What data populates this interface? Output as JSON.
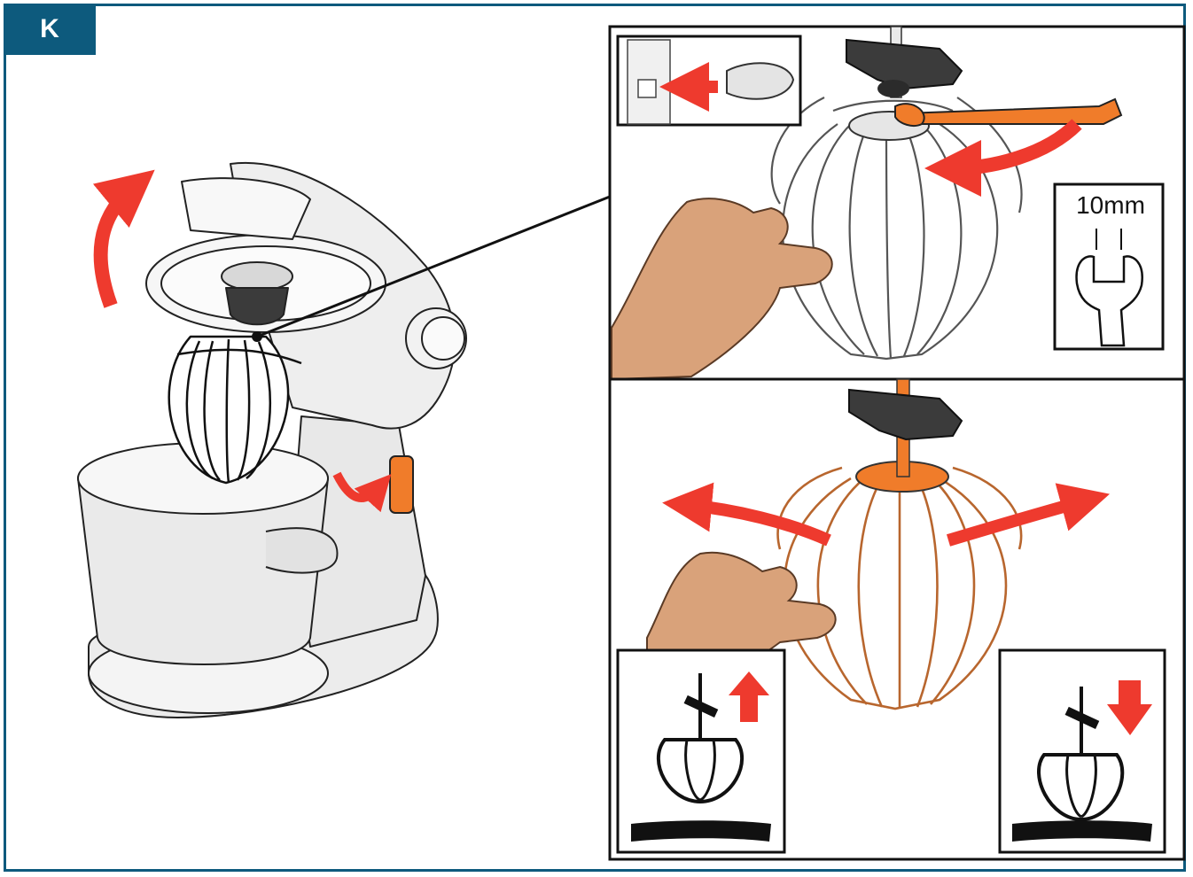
{
  "panel": {
    "label": "K"
  },
  "wrench_inset": {
    "size_label": "10mm"
  },
  "colors": {
    "frame": "#0d5a7d",
    "arrow_red": "#ee3a2e",
    "accent_orange": "#f07c2a",
    "whisk_copper": "#b8662e",
    "skin": "#d9a27a",
    "machine_grey": "#ededed",
    "dark_part": "#3b3b3b"
  },
  "icons": {
    "mixer": "stand-mixer-illustration",
    "whisk_removal": "whisk-detach-illustration",
    "whisk_assembly": "whisk-tighten-illustration",
    "wrench": "wrench-icon",
    "up": "arrow-up-icon",
    "down": "arrow-down-icon"
  }
}
